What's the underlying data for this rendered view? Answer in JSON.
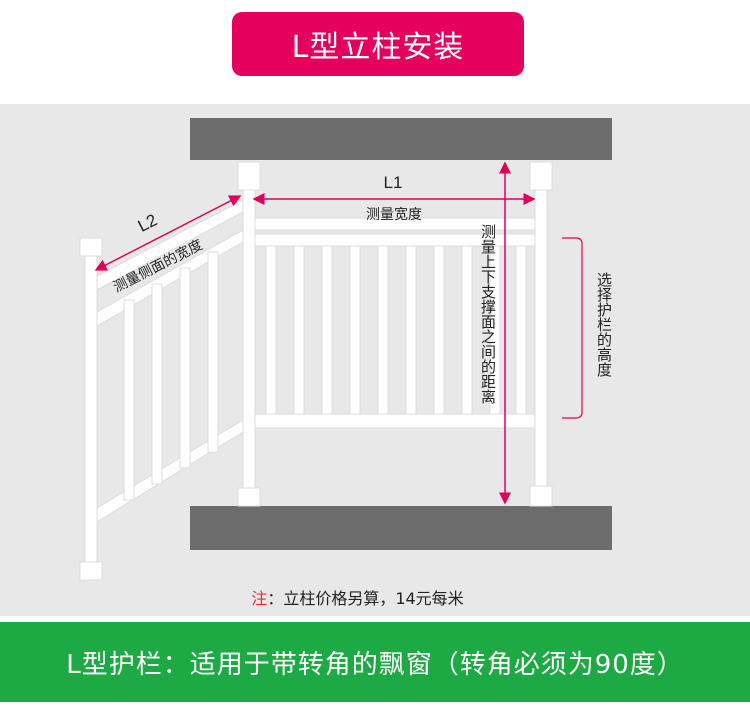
{
  "title": "L型立柱安装",
  "diagram": {
    "label_l1": "L1",
    "label_width": "测量宽度",
    "label_l2": "L2",
    "label_side_width": "测量侧面的宽度",
    "label_height_distance": "测量上下支撑面之间的距离",
    "label_select_height": "选择护栏的高度"
  },
  "note": {
    "mark": "注",
    "text": "：立柱价格另算，14元每米"
  },
  "footer": {
    "text": "L型护栏：适用于带转角的飘窗（转角必须为90度）"
  },
  "colors": {
    "title_bg": "#e4005c",
    "footer_bg": "#1daa44",
    "beam": "#6c6c6c",
    "panel_bg": "#e8e8e8",
    "arrow": "#e0005a",
    "bracket": "#e0005a"
  }
}
